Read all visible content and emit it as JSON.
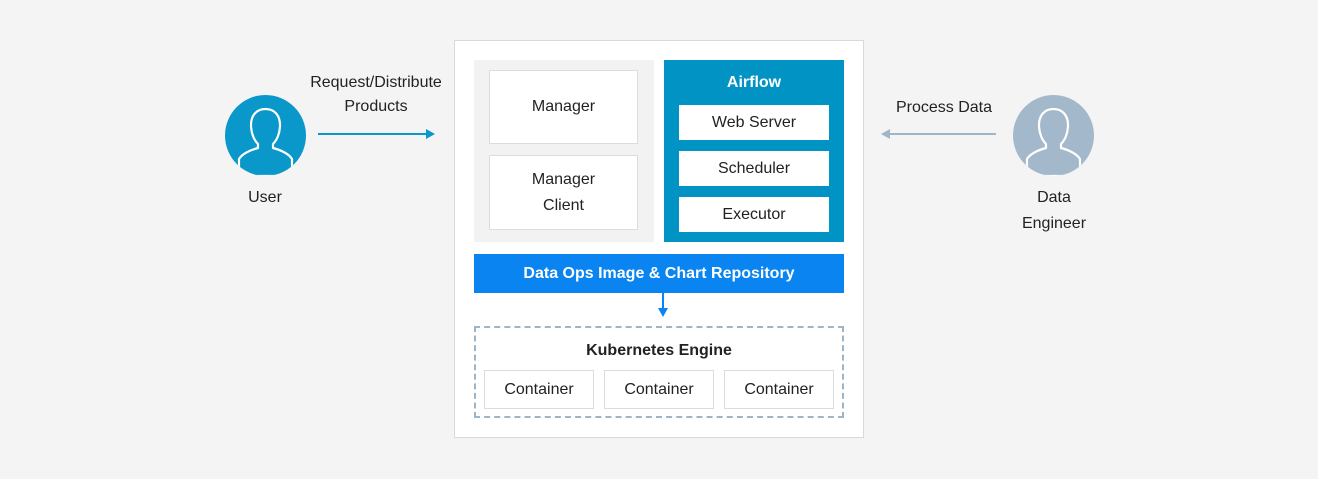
{
  "actors": {
    "user": {
      "label": "User",
      "color": "#0a97c9"
    },
    "engineer": {
      "label_line1": "Data",
      "label_line2": "Engineer",
      "color": "#a3b8ca"
    }
  },
  "edges": {
    "request": {
      "line1": "Request/Distribute",
      "line2": "Products",
      "color": "#0a97c9"
    },
    "process": {
      "label": "Process Data",
      "color": "#9fb6c9"
    },
    "repo_to_k8s": {
      "color": "#0a84f0"
    }
  },
  "manager_group": {
    "manager": "Manager",
    "client_line1": "Manager",
    "client_line2": "Client"
  },
  "airflow": {
    "title": "Airflow",
    "items": [
      "Web Server",
      "Scheduler",
      "Executor"
    ],
    "color": "#0093c4"
  },
  "repository": {
    "label": "Data Ops Image & Chart Repository",
    "color": "#0a84f0"
  },
  "kubernetes": {
    "title": "Kubernetes Engine",
    "containers": [
      "Container",
      "Container",
      "Container"
    ]
  },
  "icons": [
    "user-avatar-icon",
    "data-engineer-avatar-icon",
    "arrow-right-icon",
    "arrow-left-icon",
    "arrow-down-icon"
  ]
}
